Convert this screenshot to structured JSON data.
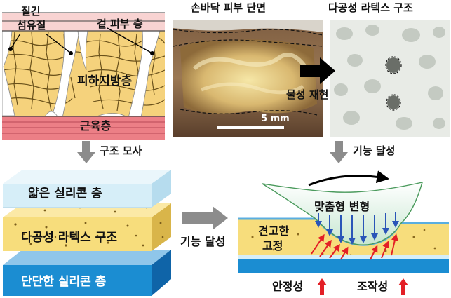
{
  "tissue_panel": {
    "label_ligament": "질긴",
    "label_fiber": "섬유질",
    "label_epidermis": "겉 피부 층",
    "label_subcutaneous": "피하지방층",
    "label_muscle": "근육층"
  },
  "photo_panel": {
    "title": "손바닥 피부 단면",
    "scale_text": "5 mm"
  },
  "latex_panel": {
    "title": "다공성 라텍스 구조",
    "arrow_label": "물성 재현"
  },
  "step_arrows": {
    "left_label": "구조 모사",
    "right_label": "기능 달성"
  },
  "layer_stack": {
    "top_layer": "얇은 실리콘 층",
    "middle_layer": "다공성 라텍스 구조",
    "bottom_layer": "단단한 실리콘 층"
  },
  "middle_arrow_label": "기능 달성",
  "function_panel": {
    "deform_label": "맞춤형 변형",
    "fix_label_line1": "견고한",
    "fix_label_line2": "고정",
    "stability_label": "안정성",
    "control_label": "조작성"
  },
  "colors": {
    "fat": "#f5d27c",
    "epidermis": "#f8d3d2",
    "muscle": "#ec7f86",
    "latex": "#f7dd7c",
    "silicone_thin": "#d6eef8",
    "silicone_hard": "#1b8dd2",
    "blue_arrow": "#2a55b8",
    "red_arrow": "#e31f26"
  }
}
